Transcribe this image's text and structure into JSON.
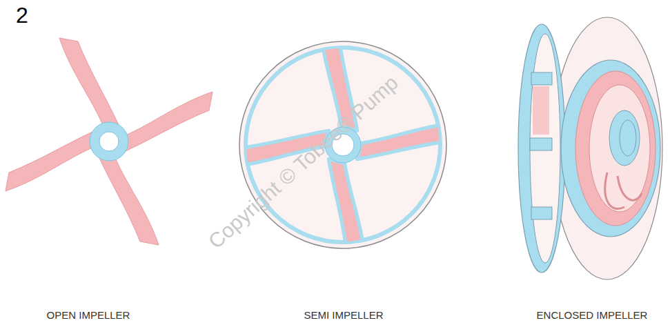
{
  "diagram": {
    "labels": [
      "2",
      "OPEN IMPELLER",
      "SEMI IMPELLER",
      "ENCLOSED IMPELLER",
      "Copyright © Tobee® Pump"
    ]
  }
}
